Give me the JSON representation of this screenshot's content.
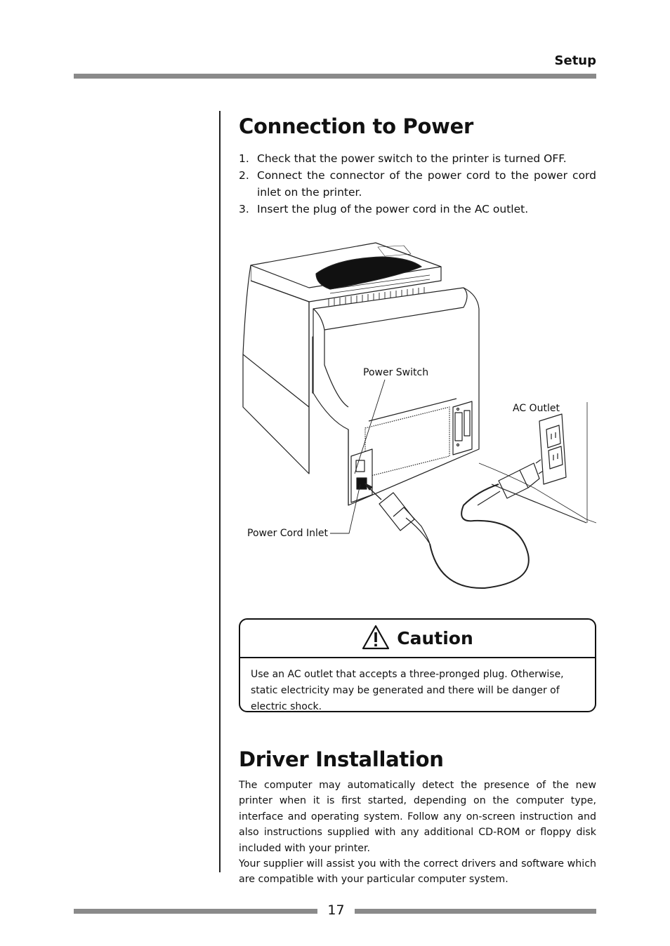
{
  "header": {
    "section": "Setup"
  },
  "power": {
    "title": "Connection to Power",
    "steps": [
      {
        "num": "1.",
        "text": "Check that the power switch to the printer is turned OFF."
      },
      {
        "num": "2.",
        "text": "Connect the connector of the power cord to the power cord inlet on the printer."
      },
      {
        "num": "3.",
        "text": "Insert the plug of the power cord in the AC outlet."
      }
    ]
  },
  "figure": {
    "labels": {
      "power_switch": "Power Switch",
      "ac_outlet": "AC Outlet",
      "power_cord_inlet": "Power Cord Inlet"
    }
  },
  "caution": {
    "title": "Caution",
    "text": "Use an AC outlet that accepts a three-pronged plug. Otherwise, static electricity may be generated and there will be danger of electric shock."
  },
  "driver": {
    "title": "Driver Installation",
    "paragraph1": "The computer may automatically detect the presence of the new printer when it is first started, depending on the computer type, interface and operating system.  Follow any on-screen instruction and also instructions supplied with any additional CD-ROM or floppy disk included with your printer.",
    "paragraph2": "Your supplier will assist you with the correct drivers and software which are compatible with your particular computer system."
  },
  "footer": {
    "page_number": "17"
  }
}
